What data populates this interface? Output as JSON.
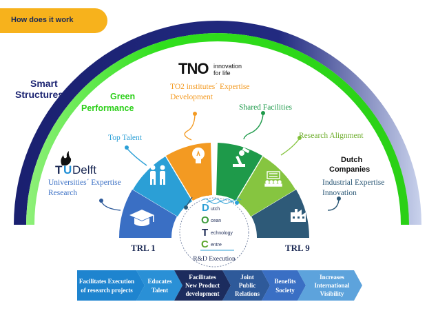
{
  "header": {
    "tab_label": "How does it work"
  },
  "arcs": {
    "outer_label_line1": "Smart",
    "outer_label_line2": "Structures",
    "inner_label_line1": "Green",
    "inner_label_line2": "Performance"
  },
  "partners": {
    "tno_logo": "TNO",
    "tno_tagline_line1": "innovation",
    "tno_tagline_line2": "for life",
    "tu_logo_t": "T",
    "tu_logo_u": "U",
    "tu_logo_rest": "Delft",
    "dutch_companies_line1": "Dutch",
    "dutch_companies_line2": "Companies"
  },
  "labels": {
    "universities_line1": "Universities´ Expertise",
    "universities_line2": "Research",
    "top_talent": "Top Talent",
    "to2_line1": "TO2 institutes´ Expertise",
    "to2_line2": "Development",
    "shared_facilities": "Shared Facilities",
    "research_alignment": "Research Alignment",
    "industrial_line1": "Industrial Expertise",
    "industrial_line2": "Innovation"
  },
  "trl": {
    "start": "TRL 1",
    "end": "TRL 9"
  },
  "dotc": {
    "letters": [
      "D",
      "O",
      "T",
      "C"
    ],
    "words": [
      "utch",
      "cean",
      "echnology",
      "entre"
    ],
    "caption": "R&D Execution"
  },
  "arrows": [
    {
      "line1": "Facilitates Execution",
      "line2": "of research projects",
      "line3": ""
    },
    {
      "line1": "Educates",
      "line2": "Talent",
      "line3": ""
    },
    {
      "line1": "Facilitates",
      "line2": "New Product",
      "line3": "development"
    },
    {
      "line1": "Joint",
      "line2": "Public",
      "line3": "Relations"
    },
    {
      "line1": "Benefits",
      "line2": "Society",
      "line3": ""
    },
    {
      "line1": "Increases",
      "line2": "International",
      "line3": "Visibility"
    }
  ],
  "colors": {
    "navy": "#1c2472",
    "green": "#37e01f",
    "orange": "#f7b21c",
    "segment_blue": "#3a6fc4",
    "segment_lightblue": "#2b9fd6",
    "segment_orange": "#f39a22",
    "segment_green": "#1e9a4a",
    "segment_lime": "#86c540",
    "segment_slate": "#2e5a78"
  }
}
